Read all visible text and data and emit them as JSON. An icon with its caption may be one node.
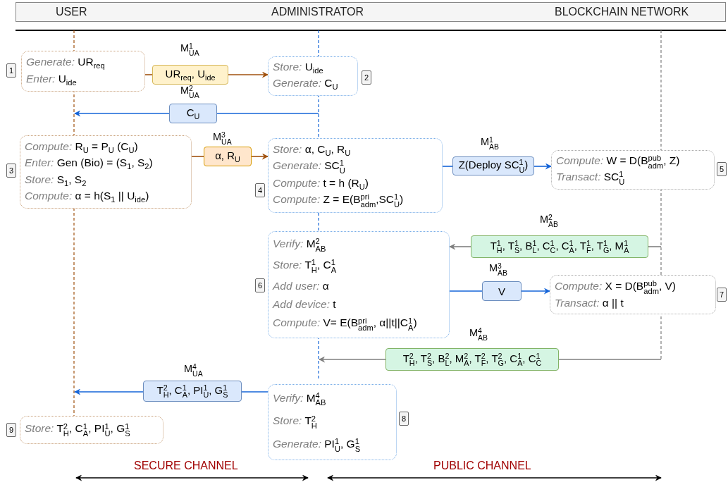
{
  "diagram": {
    "nodes": [
      {
        "text": [
          "USER"
        ]
      },
      {
        "text": [
          "ADMINISTRATOR"
        ]
      },
      {
        "text": [
          "BLOCKCHAIN NETWORK"
        ]
      },
      {
        "text": [
          "*Generate:* UR$_{req}$",
          "*Enter:* U$_{ide}$"
        ],
        "beside": [
          "1"
        ]
      },
      {
        "text": [
          "UR$_{req}$, U$_{ide}$"
        ],
        "beside": [
          "M$^{1}$$_{UA}$"
        ]
      },
      {
        "text": [
          "*Store:* U$_{ide}$",
          "*Generate:* C$_{U}$"
        ],
        "beside": [
          "2"
        ]
      },
      {
        "text": [
          "C$_{U}$"
        ],
        "beside": [
          "M$^{2}$$_{UA}$"
        ]
      },
      {
        "text": [
          "*Compute:* R$_{U}$ = P$_{U}$ (C$_{U}$)",
          "*Enter:* Gen (Bio) = (S$_{1}$, S$_{2}$)",
          "*Store:* S$_{1}$, S$_{2}$",
          "*Compute:* α =  h(S$_{1}$ || U$_{ide}$)"
        ],
        "beside": [
          "3"
        ]
      },
      {
        "text": [
          "α, R$_{U}$"
        ],
        "beside": [
          "M$^{3}$$_{UA}$"
        ]
      },
      {
        "text": [
          "*Store:* α, C$_{U}$, R$_{U}$",
          "*Generate:* SC$^{1}$$_{U}$",
          "*Compute:* t = h (R$_{U}$)",
          "*Compute:* Z = E(B$^{pri}$$_{adm}$,SC$^{1}$$_{U}$)"
        ],
        "beside": [
          "4"
        ]
      },
      {
        "text": [
          "Z(Deploy SC$^{1}$$_{U}$)"
        ],
        "beside": [
          "M$^{1}$$_{AB}$"
        ]
      },
      {
        "text": [
          "*Compute:* W = D(B$^{pub}$$_{adm}$, Z)",
          "*Transact:* SC$^{1}$$_{U}$"
        ],
        "beside": [
          "5"
        ]
      },
      {
        "text": [
          "T$^{1}$$_{H}$, T$^{1}$$_{S}$, B$^{1}$$_{L}$, C$^{1}$$_{C}$, C$^{1}$$_{A}$, T$^{1}$$_{F}$, T$^{1}$$_{G}$, M$^{1}$$_{A}$"
        ],
        "beside": [
          "M$^{2}$$_{AB}$"
        ]
      },
      {
        "text": [
          "*Verify:* M$^{2}$$_{AB}$",
          "*Store:* T$^{1}$$_{H}$, C$^{1}$$_{A}$",
          "*Add user:* α",
          "*Add device:* t",
          "*Compute:* V= E(B$^{pri}$$_{adm}$, α||t||C$^{1}$$_{A}$)"
        ],
        "beside": [
          "6"
        ]
      },
      {
        "text": [
          "V"
        ],
        "beside": [
          "M$^{3}$$_{AB}$"
        ]
      },
      {
        "text": [
          "*Compute:* X = D(B$^{pub}$$_{adm}$, V)",
          "*Transact:* α || t"
        ],
        "beside": [
          "7"
        ]
      },
      {
        "text": [
          "T$^{2}$$_{H}$, T$^{2}$$_{S}$, B$^{2}$$_{L}$, M$^{2}$$_{A}$, T$^{2}$$_{F}$, T$^{2}$$_{G}$, C$^{1}$$_{A}$, C$^{1}$$_{C}$"
        ],
        "beside": [
          "M$^{4}$$_{AB}$"
        ]
      },
      {
        "text": [
          "T$^{2}$$_{H}$, C$^{1}$$_{A}$, PI$^{1}$$_{U}$, G$^{1}$$_{S}$"
        ],
        "beside": [
          "M$^{4}$$_{UA}$"
        ]
      },
      {
        "text": [
          "*Verify:* M$^{4}$$_{AB}$",
          "*Store:* T$^{2}$$_{H}$",
          "*Generate:* PI$^{1}$$_{U}$, G$^{1}$$_{S}$"
        ],
        "beside": [
          "8"
        ]
      },
      {
        "text": [
          "*Store:* T$^{2}$$_{H}$, C$^{1}$$_{A}$, PI$^{1}$$_{U}$, G$^{1}$$_{S}$"
        ],
        "beside": [
          "9"
        ]
      }
    ],
    "edges": [
      {
        "from": 3,
        "to": 4,
        "arrow": "none",
        "color": "#a0520f"
      },
      {
        "from": 4,
        "to": 5,
        "arrow": "to",
        "color": "#a0520f"
      },
      {
        "from": null,
        "to": 6,
        "arrow": "none"
      },
      {
        "from": 6,
        "to": null,
        "arrow": "to"
      },
      {
        "from": 7,
        "to": 8,
        "arrow": "none",
        "color": "#a0520f"
      },
      {
        "from": 8,
        "to": 9,
        "arrow": "to",
        "color": "#a0520f"
      },
      {
        "from": 9,
        "to": 10,
        "arrow": "none"
      },
      {
        "from": 10,
        "to": 11,
        "arrow": "to"
      },
      {
        "from": null,
        "to": 12,
        "arrow": "none",
        "color": "#7f7f7f"
      },
      {
        "from": 12,
        "to": 13,
        "arrow": "to",
        "color": "#7f7f7f"
      },
      {
        "from": 13,
        "to": 14,
        "arrow": "none"
      },
      {
        "from": 14,
        "to": 15,
        "arrow": "to"
      },
      {
        "from": null,
        "to": 16,
        "arrow": "none",
        "color": "#7f7f7f"
      },
      {
        "from": 16,
        "to": null,
        "arrow": "to",
        "color": "#7f7f7f"
      },
      {
        "from": 18,
        "to": 17,
        "arrow": "none"
      },
      {
        "from": 17,
        "to": null,
        "arrow": "to"
      }
    ],
    "labels": [
      "SECURE CHANNEL",
      "PUBLIC CHANNEL"
    ]
  }
}
